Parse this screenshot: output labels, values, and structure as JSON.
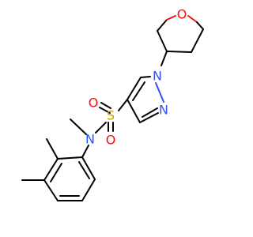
{
  "molecule": {
    "atoms": {
      "n_ring1": "N",
      "n_ring2": "N",
      "o_thf": "O",
      "s_sulfonyl": "S",
      "o_sulfonyl_left": "O",
      "o_sulfonyl_bottom": "O",
      "n_amide": "N"
    }
  },
  "colors": {
    "nitrogen": "#3050f8",
    "oxygen": "#ff0d0d",
    "sulfur": "#c8a000",
    "bond": "#000000"
  }
}
